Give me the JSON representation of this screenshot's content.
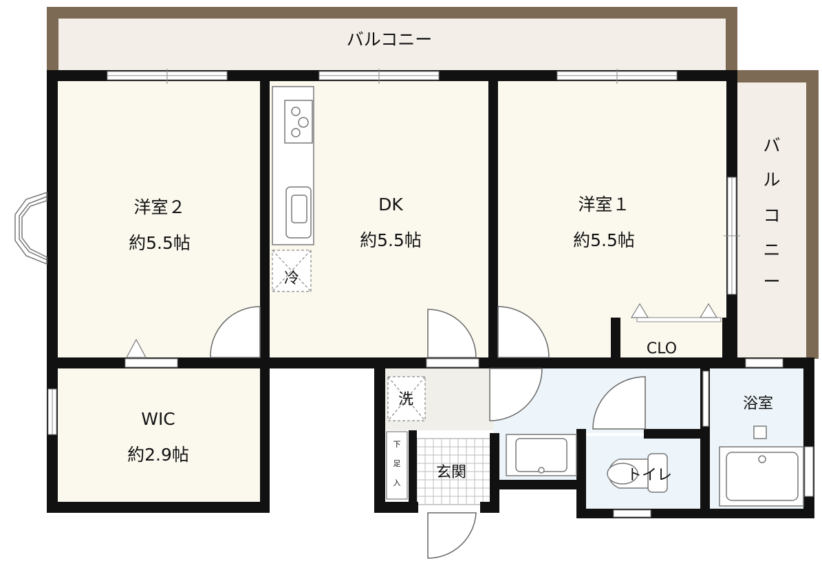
{
  "balcony_top": {
    "label": "バルコニー"
  },
  "balcony_right": {
    "chars": [
      "バ",
      "ル",
      "コ",
      "ニ",
      "ー"
    ]
  },
  "rooms": {
    "western2": {
      "name": "洋室２",
      "size": "約5.5帖"
    },
    "dk": {
      "name": "DK",
      "size": "約5.5帖"
    },
    "western1": {
      "name": "洋室１",
      "size": "約5.5帖"
    },
    "wic": {
      "name": "WIC",
      "size": "約2.9帖"
    },
    "clo": {
      "name": "CLO"
    },
    "bath": {
      "name": "浴室"
    },
    "toilet": {
      "name": "トイレ"
    },
    "entrance": {
      "name": "玄関"
    }
  },
  "fixtures": {
    "fridge": "冷",
    "washer": "洗",
    "shoe_box": [
      "下",
      "足",
      "入"
    ]
  },
  "colors": {
    "wall": "#111111",
    "balcony": "#7d6a55",
    "balcony_fill": "#f3eee8",
    "room_fill": "#fbf9ee",
    "wet_fill": "#edf5fa",
    "washer_fill": "#f1efe9"
  }
}
